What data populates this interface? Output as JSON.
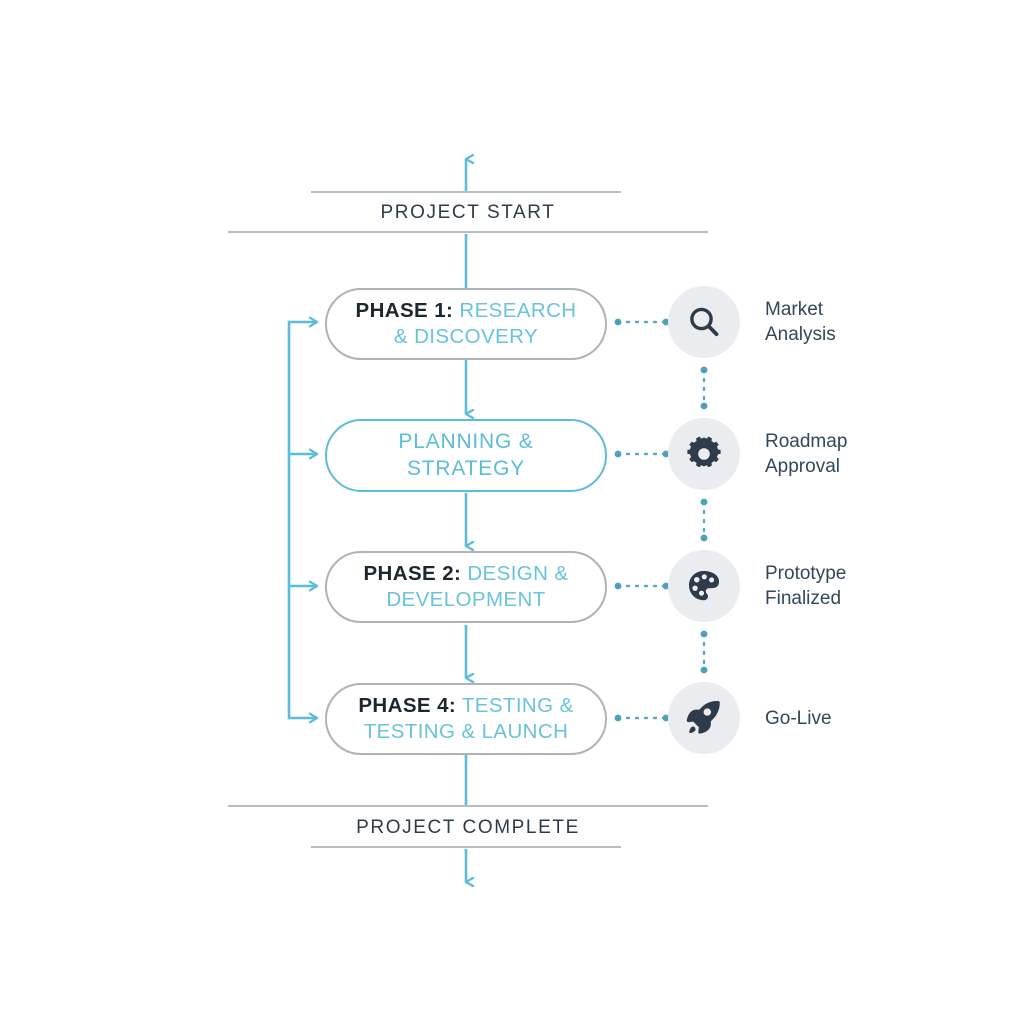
{
  "diagram": {
    "title_start": "PROJECT START",
    "title_end": "PROJECT COMPLETE",
    "colors": {
      "accent_blue": "#5cbcd9",
      "light_blue_text": "#69c3dd",
      "dark_slate": "#2d3b4a",
      "box_gray_border": "#aeb3b6",
      "circle_bg": "#eaecef",
      "divider_gray": "#b9bdc0",
      "background": "#ffffff"
    },
    "phases": [
      {
        "prefix": "PHASE 1:",
        "main": "RESEARCH & DISCOVERY",
        "style": "gray",
        "has_prefix": true
      },
      {
        "prefix": "",
        "main": "PLANNING & STRATEGY",
        "style": "blue",
        "has_prefix": false
      },
      {
        "prefix": "PHASE 2:",
        "main": "DESIGN & DEVELOPMENT",
        "style": "gray",
        "has_prefix": true
      },
      {
        "prefix": "PHASE 4:",
        "main": "TESTING & TESTING & LAUNCH",
        "style": "gray",
        "has_prefix": true
      }
    ],
    "milestones": [
      {
        "icon": "magnifier-icon",
        "label": "Market\nAnalysis"
      },
      {
        "icon": "gear-icon",
        "label": "Roadmap\nApproval"
      },
      {
        "icon": "palette-icon",
        "label": "Prototype\nFinalized"
      },
      {
        "icon": "rocket-icon",
        "label": "Go-Live"
      }
    ]
  }
}
